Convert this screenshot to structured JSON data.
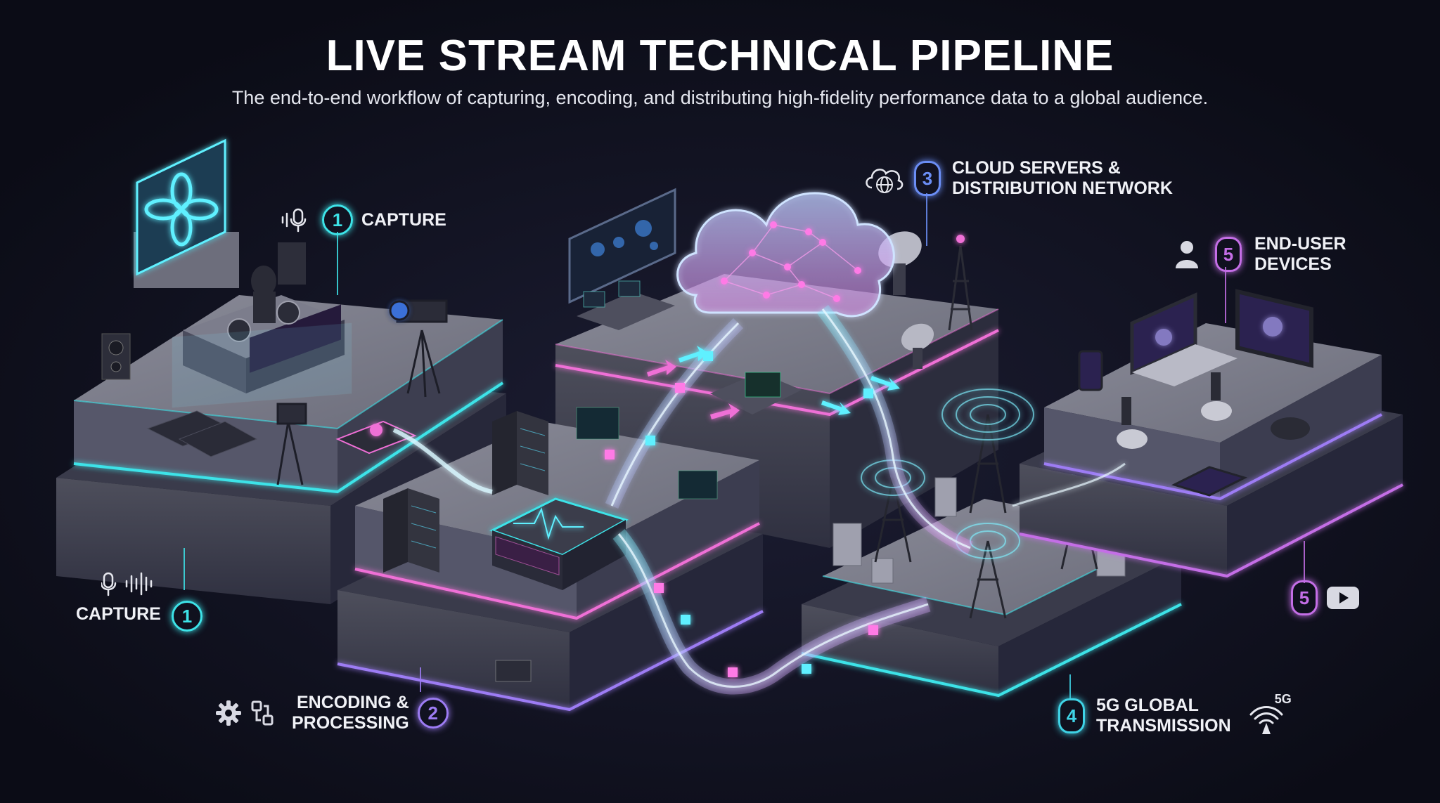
{
  "header": {
    "title": "LIVE STREAM TECHNICAL PIPELINE",
    "subtitle": "The end-to-end workflow of capturing, encoding, and distributing high-fidelity performance data to a global audience."
  },
  "stages": {
    "capture_top": {
      "number": "1",
      "line1": "CAPTURE",
      "icon": "microphone-waveform-icon",
      "color": "#3de3e8"
    },
    "capture_left": {
      "number": "1",
      "line1": "CAPTURE",
      "icon": "microphone-waveform-icon",
      "color": "#3de3e8"
    },
    "encoding": {
      "number": "2",
      "line1": "ENCODING &",
      "line2": "PROCESSING",
      "icon": "gear-workflow-icon",
      "color": "#9d7cf4"
    },
    "cloud": {
      "number": "3",
      "line1": "CLOUD SERVERS &",
      "line2": "DISTRIBUTION NETWORK",
      "icon": "cloud-globe-icon",
      "color": "#6b8ef5"
    },
    "transmission": {
      "number": "4",
      "line1": "5G GLOBAL",
      "line2": "TRANSMISSION",
      "icon": "5g-signal-icon",
      "icon_text": "5G",
      "color": "#3fd3e6"
    },
    "devices_top": {
      "number": "5",
      "line1": "END-USER",
      "line2": "DEVICES",
      "icon": "user-icon",
      "color": "#c46ee6"
    },
    "devices_bottom": {
      "number": "5",
      "icon": "play-button-icon",
      "color": "#c46ee6"
    }
  },
  "colors": {
    "background": "#0b0c16",
    "neon_cyan": "#3de3e8",
    "neon_pink": "#ef6fd6",
    "neon_violet": "#9d7cf4",
    "platform": "#5d5e6c"
  }
}
